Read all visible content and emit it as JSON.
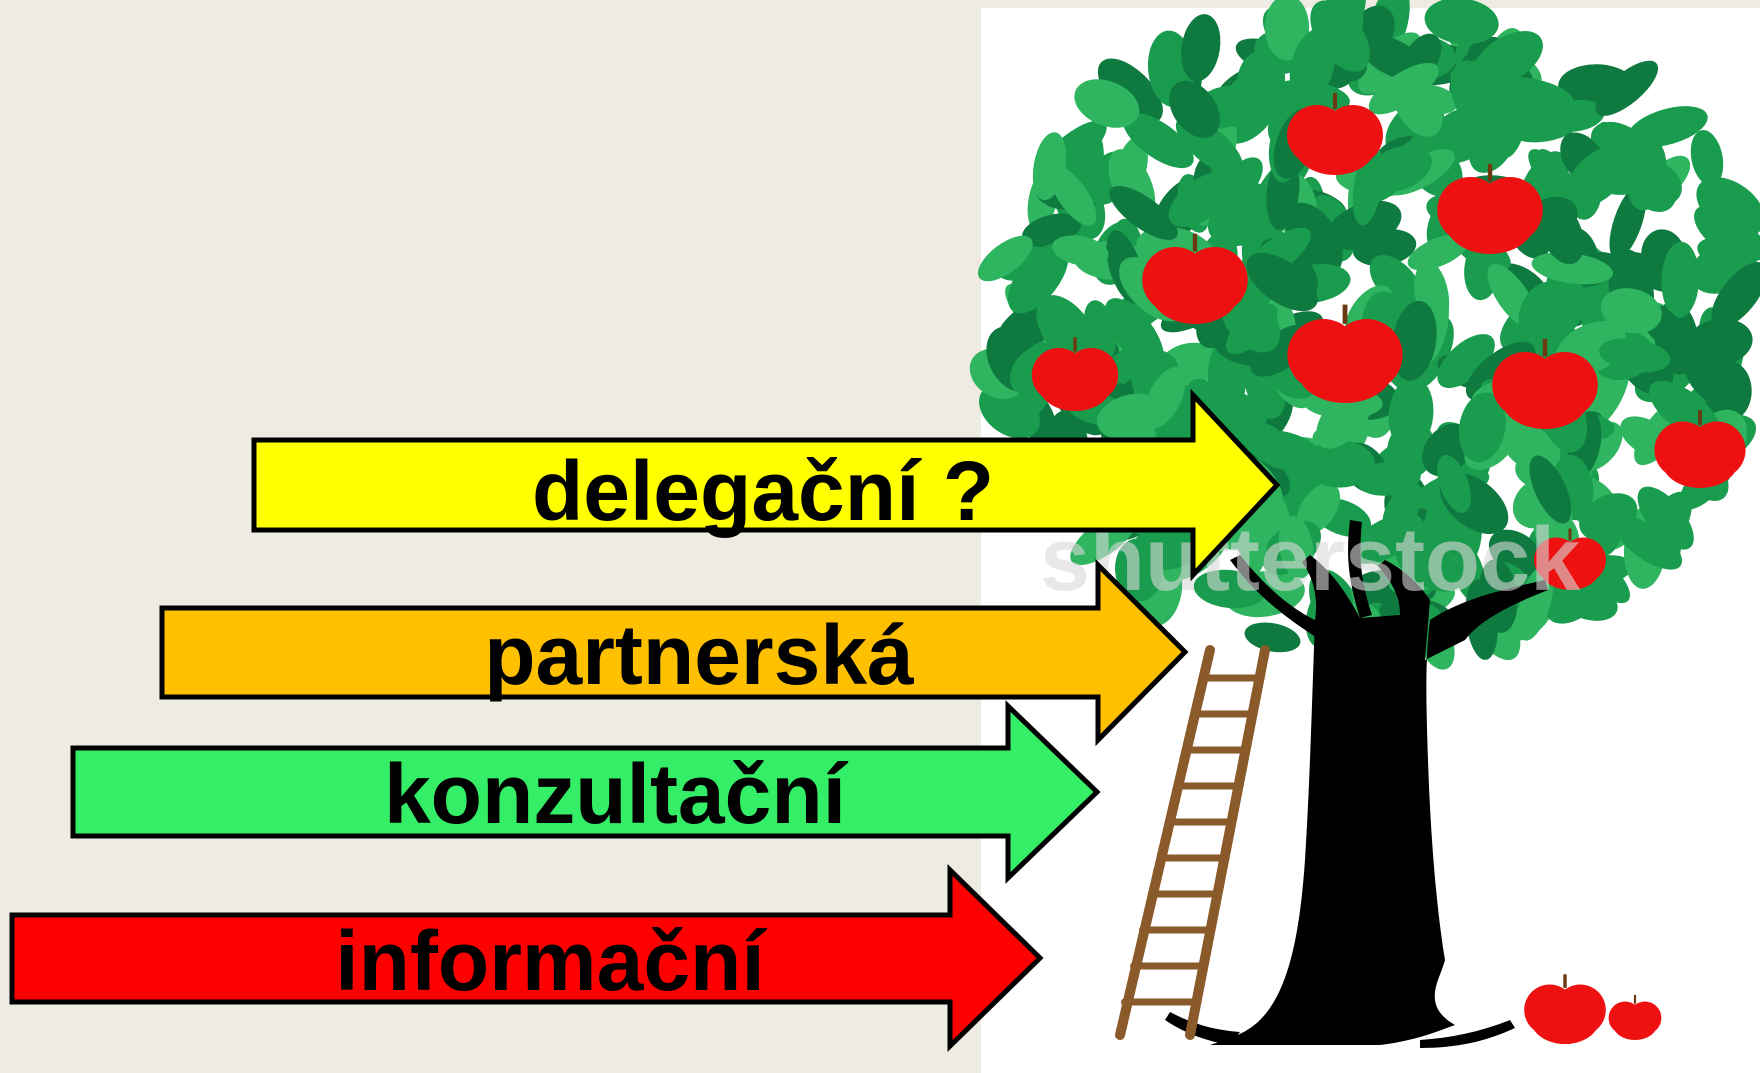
{
  "arrows": [
    {
      "label": "delegační ?",
      "color": "#ffff00"
    },
    {
      "label": "partnerská",
      "color": "#ffc000"
    },
    {
      "label": "konzultační",
      "color": "#33ee66"
    },
    {
      "label": "informační",
      "color": "#ff0000"
    }
  ],
  "illustration": {
    "subject": "apple-tree-with-ladder",
    "watermark": "shutterstock",
    "colors": {
      "leaf_dark": "#0f7a40",
      "leaf_mid": "#1a9c4f",
      "leaf_light": "#2fb55f",
      "apple": "#ee1111",
      "trunk": "#000000",
      "ladder": "#8b5a2b"
    }
  }
}
